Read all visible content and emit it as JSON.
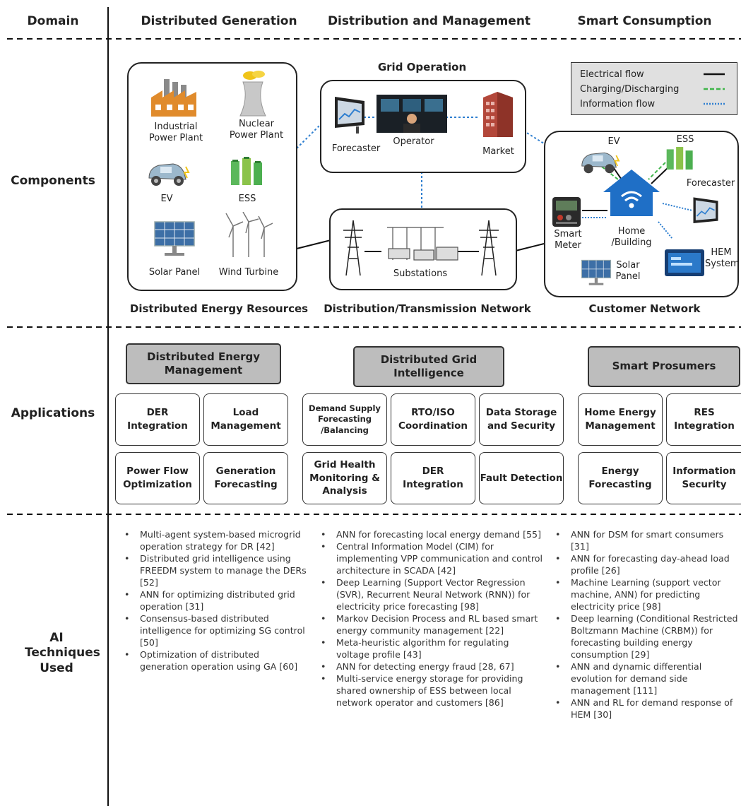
{
  "headers": {
    "domain": "Domain",
    "generation": "Distributed Generation",
    "management": "Distribution and Management",
    "consumption": "Smart Consumption"
  },
  "rows": {
    "components": "Components",
    "applications": "Applications",
    "ai": "AI Techniques Used"
  },
  "components": {
    "der": {
      "industrial": "Industrial Power Plant",
      "nuclear": "Nuclear Power Plant",
      "ev": "EV",
      "ess": "ESS",
      "solar": "Solar Panel",
      "wind": "Wind Turbine",
      "caption": "Distributed Energy Resources"
    },
    "grid": {
      "title": "Grid Operation",
      "forecaster": "Forecaster",
      "operator": "Operator",
      "market": "Market"
    },
    "network": {
      "substations": "Substations",
      "caption": "Distribution/Transmission Network"
    },
    "legend": {
      "electrical": "Electrical flow",
      "charging": "Charging/Discharging",
      "information": "Information flow"
    },
    "customer": {
      "ev": "EV",
      "ess": "ESS",
      "forecaster": "Forecaster",
      "meter": "Smart Meter",
      "home": "Home /Building",
      "solar": "Solar Panel",
      "hem": "HEM System",
      "caption": "Customer Network"
    }
  },
  "applications": {
    "der_mgmt": {
      "title": "Distributed Energy Management",
      "items": [
        "DER Integration",
        "Load Management",
        "Power Flow Optimization",
        "Generation Forecasting"
      ]
    },
    "grid_intel": {
      "title": "Distributed Grid Intelligence",
      "items": [
        "Demand Supply Forecasting /Balancing",
        "RTO/ISO Coordination",
        "Data Storage and Security",
        "Grid Health Monitoring & Analysis",
        "DER Integration",
        "Fault Detection"
      ]
    },
    "prosumers": {
      "title": "Smart Prosumers",
      "items": [
        "Home Energy Management",
        "RES Integration",
        "Energy Forecasting",
        "Information Security"
      ]
    }
  },
  "ai": {
    "col1": [
      "Multi-agent system-based microgrid operation strategy for DR [42]",
      "Distributed grid intelligence using FREEDM system to manage the DERs [52]",
      "ANN for optimizing distributed grid operation [31]",
      "Consensus-based distributed intelligence for optimizing SG control [50]",
      "Optimization of distributed generation operation using GA [60]"
    ],
    "col2": [
      "ANN for forecasting local energy demand [55]",
      "Central Information Model (CIM) for implementing VPP communication and control architecture in SCADA [42]",
      "Deep Learning (Support Vector Regression (SVR), Recurrent Neural Network (RNN)) for electricity price forecasting [98]",
      "Markov Decision Process and RL based smart energy community management [22]",
      "Meta-heuristic algorithm for regulating voltage profile [43]",
      "ANN for detecting energy fraud [28, 67]",
      "Multi-service energy storage for providing shared ownership of ESS between local network operator and customers [86]"
    ],
    "col3": [
      "ANN for DSM for smart consumers [31]",
      "ANN for forecasting day-ahead load profile [26]",
      "Machine Learning (support vector machine, ANN) for predicting electricity price [98]",
      "Deep learning (Conditional Restricted Boltzmann Machine (CRBM)) for forecasting building energy consumption [29]",
      "ANN and dynamic differential evolution for demand side management [111]",
      "ANN and RL for demand response of HEM [30]"
    ]
  },
  "colors": {
    "electrical": "#111111",
    "charging": "#3fb54a",
    "information": "#2f7fd0",
    "header_gray": "#bdbdbd"
  }
}
